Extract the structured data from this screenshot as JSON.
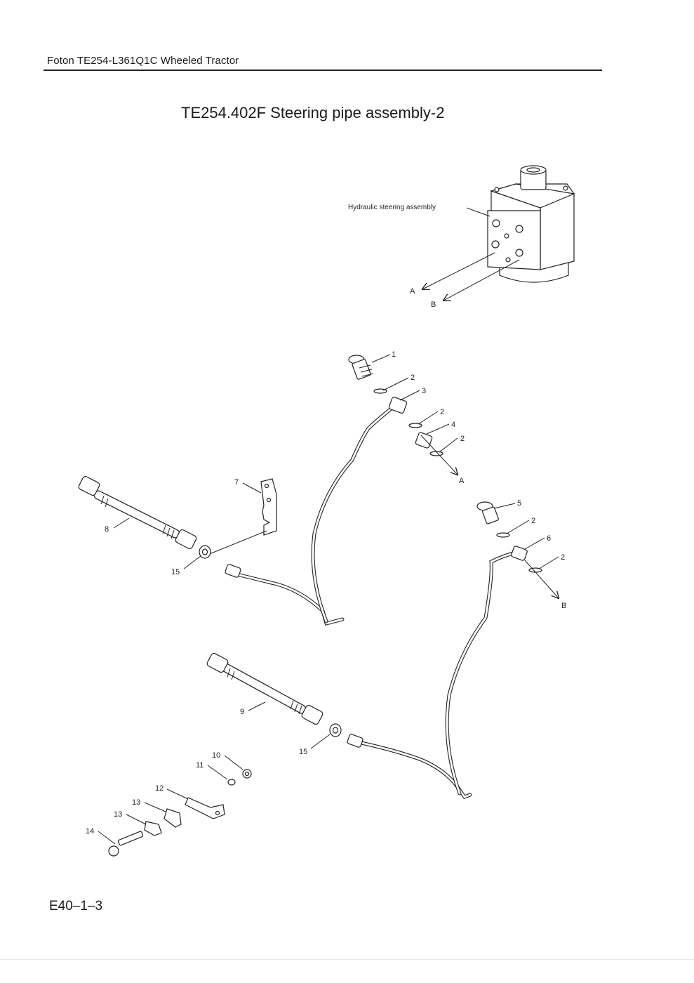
{
  "header": {
    "text": "Foton TE254-L361Q1C Wheeled Tractor"
  },
  "title": "TE254.402F  Steering pipe assembly-2",
  "page_code": "E40–1–3",
  "assembly_label": "Hydraulic steering assembly",
  "port_labels": {
    "a": "A",
    "b": "B"
  },
  "callouts": {
    "p1": "1",
    "p2a": "2",
    "p3": "3",
    "p2b": "2",
    "p4": "4",
    "p2c": "2",
    "p5": "5",
    "p2d": "2",
    "p6": "6",
    "p2e": "2",
    "p7": "7",
    "p8": "8",
    "p9": "9",
    "p10": "10",
    "p11": "11",
    "p12": "12",
    "p13a": "13",
    "p13b": "13",
    "p14": "14",
    "p15a": "15",
    "p15b": "15"
  }
}
